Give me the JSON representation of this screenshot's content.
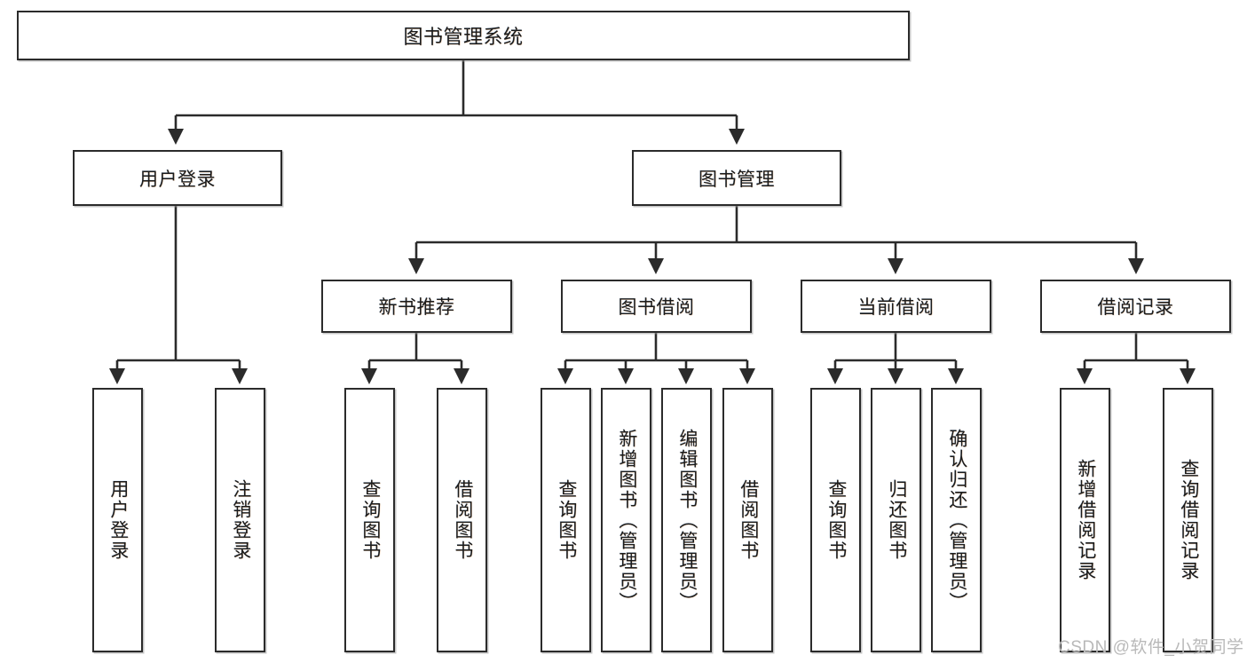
{
  "diagram": {
    "type": "tree-hierarchy-chart",
    "title": "图书管理系统",
    "colors": {
      "box_border": "#2b2b2b",
      "box_fill": "#ffffff",
      "connector": "#2b2b2b",
      "text": "#1b1b1b",
      "watermark": "#b9b9b9"
    },
    "root": {
      "label": "图书管理系统"
    },
    "level2": [
      {
        "label": "用户登录"
      },
      {
        "label": "图书管理"
      }
    ],
    "level3": [
      {
        "label": "新书推荐"
      },
      {
        "label": "图书借阅"
      },
      {
        "label": "当前借阅"
      },
      {
        "label": "借阅记录"
      }
    ],
    "leaves": {
      "user_login": [
        {
          "label": "用户登录"
        },
        {
          "label": "注销登录"
        }
      ],
      "new_book_recommend": [
        {
          "label": "查询图书"
        },
        {
          "label": "借阅图书"
        }
      ],
      "book_borrow": [
        {
          "label": "查询图书"
        },
        {
          "label": "新增图书（管理员）"
        },
        {
          "label": "编辑图书（管理员）"
        },
        {
          "label": "借阅图书"
        }
      ],
      "current_borrow": [
        {
          "label": "查询图书"
        },
        {
          "label": "归还图书"
        },
        {
          "label": "确认归还（管理员）"
        }
      ],
      "borrow_records": [
        {
          "label": "新增借阅记录"
        },
        {
          "label": "查询借阅记录"
        }
      ]
    }
  },
  "watermark": {
    "text": "CSDN @软件_小贺同学"
  }
}
